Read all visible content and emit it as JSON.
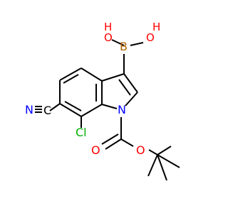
{
  "atoms": {
    "boron": "B",
    "hydroxyl_left_o": "O",
    "hydroxyl_left_h": "H",
    "hydroxyl_right_o": "O",
    "hydroxyl_right_h": "H",
    "indole_n": "N",
    "nitrile_n": "N",
    "nitrile_c": "C",
    "chlorine": "Cl",
    "carbonyl_o": "O",
    "ester_o": "O"
  },
  "colors": {
    "bond": "#000000",
    "carbon": "#000000",
    "nitrogen": "#0000ff",
    "oxygen": "#ff0000",
    "chlorine": "#00b000",
    "boron": "#b06000"
  }
}
